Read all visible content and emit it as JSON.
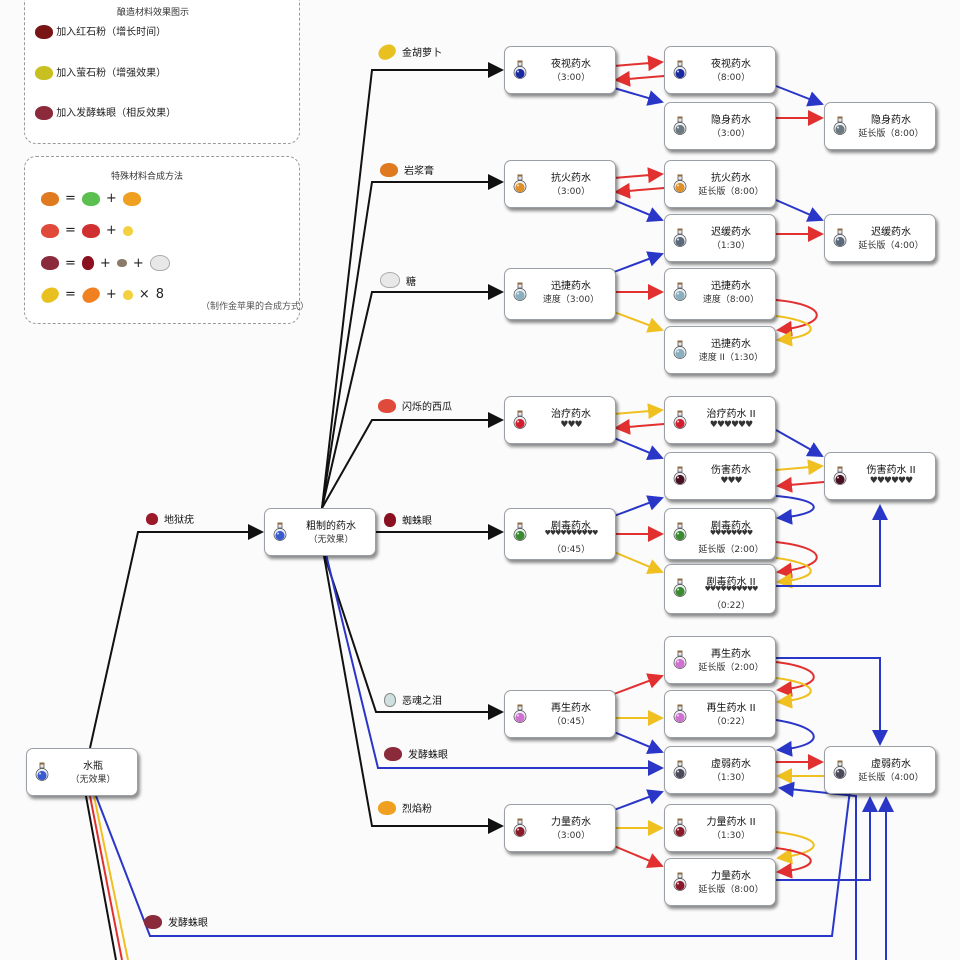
{
  "legend": {
    "title": "酿造材料效果图示",
    "items": [
      {
        "label": "加入红石粉（增长时间）",
        "color": "#e23030",
        "icon": "redstone-icon"
      },
      {
        "label": "加入萤石粉（增强效果）",
        "color": "#f0c020",
        "icon": "glowstone-icon"
      },
      {
        "label": "加入发酵蛛眼（相反效果）",
        "color": "#2a36c8",
        "icon": "fermented-spider-eye-icon"
      }
    ]
  },
  "recipes": {
    "title": "特殊材料合成方法",
    "multiplier": "8",
    "note": "（制作金苹果的合成方式）"
  },
  "nodes": {
    "water": {
      "name": "水瓶",
      "sub": "（无效果）"
    },
    "awkward": {
      "name": "粗制的药水",
      "sub": "（无效果）"
    },
    "night_vision": {
      "name": "夜视药水",
      "sub": "（3:00）"
    },
    "night_vision_long": {
      "name": "夜视药水",
      "sub": "（8:00）"
    },
    "invisibility": {
      "name": "隐身药水",
      "sub": "（3:00）"
    },
    "invisibility_long": {
      "name": "隐身药水",
      "sub": "延长版（8:00）"
    },
    "fire_res": {
      "name": "抗火药水",
      "sub": "（3:00）"
    },
    "fire_res_long": {
      "name": "抗火药水",
      "sub": "延长版（8:00）"
    },
    "slowness": {
      "name": "迟缓药水",
      "sub": "（1:30）"
    },
    "slowness_long": {
      "name": "迟缓药水",
      "sub": "延长版（4:00）"
    },
    "swiftness": {
      "name": "迅捷药水",
      "sub": "速度（3:00）"
    },
    "swiftness_long": {
      "name": "迅捷药水",
      "sub": "速度（8:00）"
    },
    "swiftness_2": {
      "name": "迅捷药水",
      "sub": "速度 II（1:30）"
    },
    "healing": {
      "name": "治疗药水",
      "sub": "♥♥♥"
    },
    "healing_2": {
      "name": "治疗药水 II",
      "sub": "♥♥♥♥♥♥"
    },
    "harming": {
      "name": "伤害药水",
      "sub": "♥♥♥"
    },
    "harming_2": {
      "name": "伤害药水 II",
      "sub": "♥♥♥♥♥♥"
    },
    "poison": {
      "name": "剧毒药水",
      "sub": "♥♥♥♥♥♥♥♥♥♥",
      "time": "（0:45）"
    },
    "poison_long": {
      "name": "剧毒药水",
      "sub": "♥♥♥♥♥♥♥♥",
      "time": "延长版（2:00）"
    },
    "poison_2": {
      "name": "剧毒药水 II",
      "sub": "♥♥♥♥♥♥♥♥♥♥",
      "time": "（0:22）"
    },
    "regen": {
      "name": "再生药水",
      "sub": "（0:45）"
    },
    "regen_long": {
      "name": "再生药水",
      "sub": "延长版（2:00）"
    },
    "regen_2": {
      "name": "再生药水 II",
      "sub": "（0:22）"
    },
    "weakness": {
      "name": "虚弱药水",
      "sub": "（1:30）"
    },
    "weakness_long": {
      "name": "虚弱药水",
      "sub": "延长版（4:00）"
    },
    "strength": {
      "name": "力量药水",
      "sub": "（3:00）"
    },
    "strength_2": {
      "name": "力量药水 II",
      "sub": "（1:30）"
    },
    "strength_long": {
      "name": "力量药水",
      "sub": "延长版（8:00）"
    }
  },
  "ingredients": {
    "nether_wart": "地狱疣",
    "golden_carrot": "金胡萝卜",
    "magma_cream": "岩浆膏",
    "sugar": "糖",
    "glistering_melon": "闪烁的西瓜",
    "spider_eye": "蜘蛛眼",
    "ghast_tear": "恶魂之泪",
    "fermented_eye_1": "发酵蛛眼",
    "blaze_powder": "烈焰粉",
    "fermented_eye_2": "发酵蛛眼"
  },
  "colors": {
    "redstone": "#e23030",
    "glowstone": "#f0c020",
    "fermented": "#2a36c8",
    "ingredient": "#111111"
  }
}
